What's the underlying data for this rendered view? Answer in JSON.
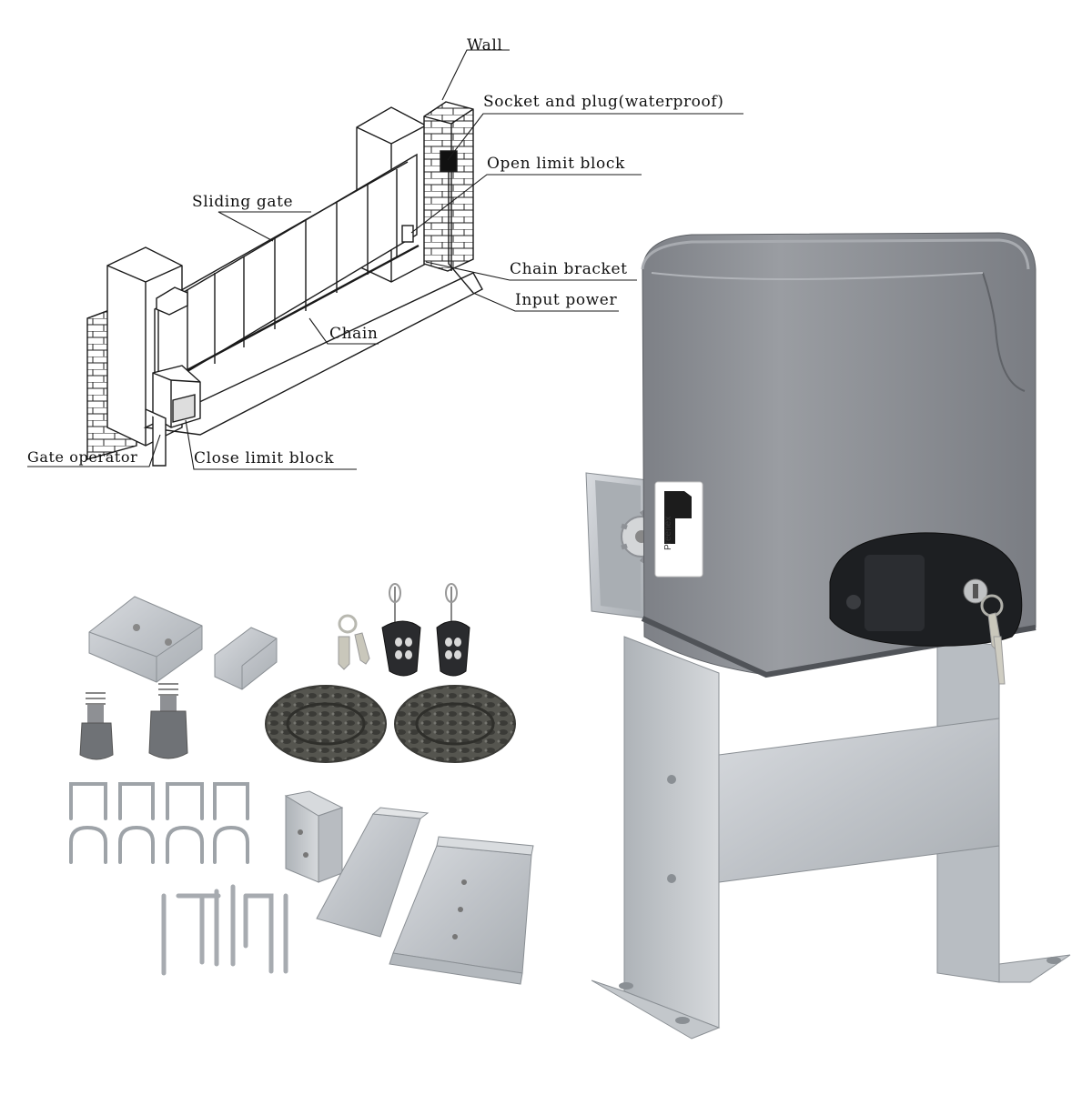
{
  "diagram": {
    "labels": {
      "wall": "Wall",
      "socket_plug": "Socket and plug(waterproof)",
      "open_limit": "Open limit block",
      "sliding_gate": "Sliding gate",
      "chain_bracket": "Chain bracket",
      "input_power": "Input power",
      "chain": "Chain",
      "gate_operator": "Gate operator",
      "close_limit": "Close limit block"
    }
  },
  "product": {
    "brand": "Preenex",
    "colors": {
      "housing": "#8d9095",
      "housing_dark": "#6e7177",
      "steel": "#c9ccd0",
      "steel_dark": "#9ea3a8",
      "cover": "#1d1f22",
      "chain": "#4a4a47"
    }
  }
}
